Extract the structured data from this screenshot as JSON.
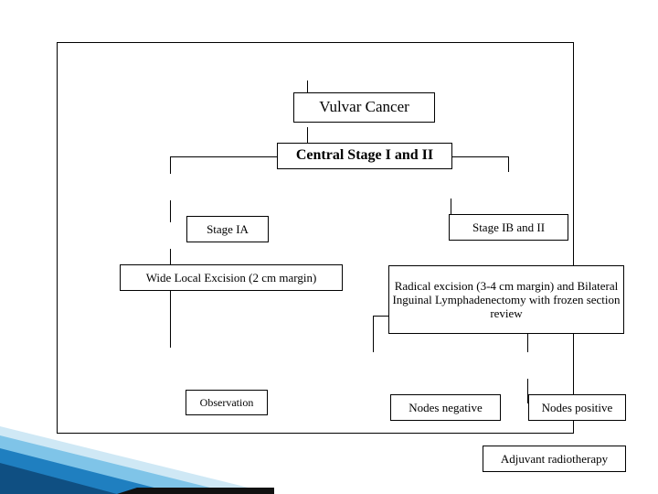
{
  "slide": {
    "decor_colors": {
      "dark_blue": "#0f4f82",
      "mid_blue": "#1f7fc0",
      "light_blue": "#7fc4e8",
      "pale_blue": "#cfe8f5",
      "black": "#000000"
    },
    "border_color": "#000000",
    "background": "#ffffff"
  },
  "diagram": {
    "type": "flowchart",
    "nodes": {
      "title": "Vulvar Cancer",
      "central": "Central Stage I and II",
      "stage_ia": "Stage IA",
      "stage_ib_ii": "Stage IB and II",
      "wide_local_excision": "Wide Local Excision (2 cm margin)",
      "radical_excision": "Radical excision (3-4 cm margin) and Bilateral Inguinal Lymphadenectomy with frozen section review",
      "observation": "Observation",
      "nodes_negative": "Nodes negative",
      "nodes_positive": "Nodes positive",
      "adjuvant_radiotherapy": "Adjuvant radiotherapy"
    }
  }
}
